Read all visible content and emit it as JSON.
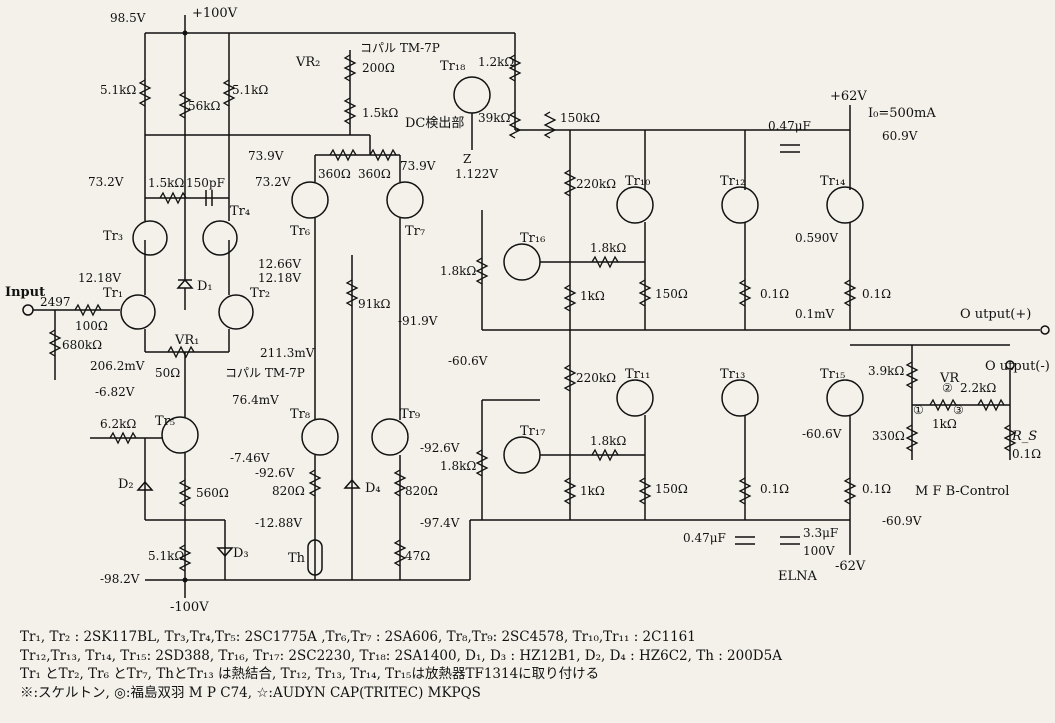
{
  "supply": {
    "plus100": "+100V",
    "minus100": "-100V",
    "plus62": "+62V",
    "minus62": "-62V",
    "idle_current": "I₀=500mA"
  },
  "io": {
    "input": "Input",
    "out_plus": "O utput(+)",
    "out_minus": "O utput(-)",
    "mfb": "M F B-Control",
    "elna": "ELNA",
    "dc_detect": "DC検出部"
  },
  "parts": {
    "tr1": "Tr₁",
    "tr2": "Tr₂",
    "tr3": "Tr₃",
    "tr4": "Tr₄",
    "tr5": "Tr₅",
    "tr6": "Tr₆",
    "tr7": "Tr₇",
    "tr8": "Tr₈",
    "tr9": "Tr₉",
    "tr10": "Tr₁₀",
    "tr11": "Tr₁₁",
    "tr12": "Tr₁₂",
    "tr13": "Tr₁₃",
    "tr14": "Tr₁₄",
    "tr15": "Tr₁₅",
    "tr16": "Tr₁₆",
    "tr17": "Tr₁₇",
    "tr18": "Tr₁₈",
    "d1": "D₁",
    "d2": "D₂",
    "d3": "D₃",
    "d4": "D₄",
    "th": "Th",
    "vr1": "VR₁",
    "vr2": "VR₂",
    "vr": "VR",
    "vr1_type": "コパル TM-7P",
    "vr2_type": "コパル TM-7P",
    "rs": "R_S"
  },
  "values": {
    "r_5k1_a": "5.1kΩ",
    "r_56k": "56kΩ",
    "r_5k1_b": "5.1kΩ",
    "r_200": "200Ω",
    "r_1k5_a": "1.5kΩ",
    "r_1k2": "1.2kΩ",
    "r_39k": "39kΩ",
    "r_150k": "150kΩ",
    "r_360_a": "360Ω",
    "r_360_b": "360Ω",
    "r_1k5_b": "1.5kΩ",
    "c_150p": "150pF",
    "r_100": "100Ω",
    "r_680k": "680kΩ",
    "r_50": "50Ω",
    "r_220k_a": "220kΩ",
    "r_220k_b": "220kΩ",
    "r_1k8_a": "1.8kΩ",
    "r_1k8_b": "1.8kΩ",
    "r_1k8_c": "1.8kΩ",
    "r_1k8_d": "1.8kΩ",
    "r_1k_a": "1kΩ",
    "r_1k_b": "1kΩ",
    "r_150_a": "150Ω",
    "r_150_b": "150Ω",
    "r_0r1_a": "0.1Ω",
    "r_0r1_b": "0.1Ω",
    "r_0r1_c": "0.1Ω",
    "r_0r1_d": "0.1Ω",
    "r_0r1_e": "0.1Ω",
    "r_91k": "91kΩ",
    "r_6k2": "6.2kΩ",
    "r_560": "560Ω",
    "r_5k1_c": "5.1kΩ",
    "r_820_a": "820Ω",
    "r_820_b": "820Ω",
    "r_47": "47Ω",
    "c_047_a": "0.47μF",
    "c_047_b": "0.47μF",
    "c_3u3": "3.3μF",
    "c_3u3_v": "100V",
    "r_3k9": "3.9kΩ",
    "r_330": "330Ω",
    "r_1k_vr": "1kΩ",
    "r_2k2": "2.2kΩ",
    "pin1": "①",
    "pin2": "②",
    "pin3": "③"
  },
  "voltages": {
    "v98_5": "98.5V",
    "v73_2a": "73.2V",
    "v73_2b": "73.2V",
    "v73_9a": "73.9V",
    "v73_9b": "73.9V",
    "v12_18a": "12.18V",
    "v12_66": "12.66V",
    "v12_18b": "12.18V",
    "v2497": "2497",
    "v206": "206.2mV",
    "v211": "211.3mV",
    "z": "Z",
    "v1_122": "1.122V",
    "v91_9": "-91.9V",
    "v60_6a": "-60.6V",
    "v0_590": "0.590V",
    "v0_1mv": "0.1mV",
    "v60_6b": "-60.6V",
    "v60_9a": "60.9V",
    "v60_9b": "-60.9V",
    "v6_82": "-6.82V",
    "v76_4": "76.4mV",
    "v7_46": "-7.46V",
    "v92_6a": "-92.6V",
    "v92_6b": "-92.6V",
    "v12_88": "-12.88V",
    "v97_4": "-97.4V",
    "v98_2": "-98.2V"
  },
  "notes": [
    "Tr₁, Tr₂ : 2SK117BL, Tr₃,Tr₄,Tr₅: 2SC1775A ,Tr₆,Tr₇ : 2SA606, Tr₈,Tr₉: 2SC4578, Tr₁₀,Tr₁₁ : 2C1161",
    "Tr₁₂,Tr₁₃, Tr₁₄, Tr₁₅: 2SD388, Tr₁₆, Tr₁₇: 2SC2230, Tr₁₈: 2SA1400, D₁, D₃ : HZ12B1, D₂, D₄ : HZ6C2, Th : 200D5A",
    "Tr₁ とTr₂, Tr₆ とTr₇, ThとTr₁₃ は熱結合, Tr₁₂, Tr₁₃, Tr₁₄, Tr₁₅は放熱器TF1314に取り付ける",
    "※:スケルトン, ◎:福島双羽 M P C74, ☆:AUDYN CAP(TRITEC) MKPQS"
  ]
}
